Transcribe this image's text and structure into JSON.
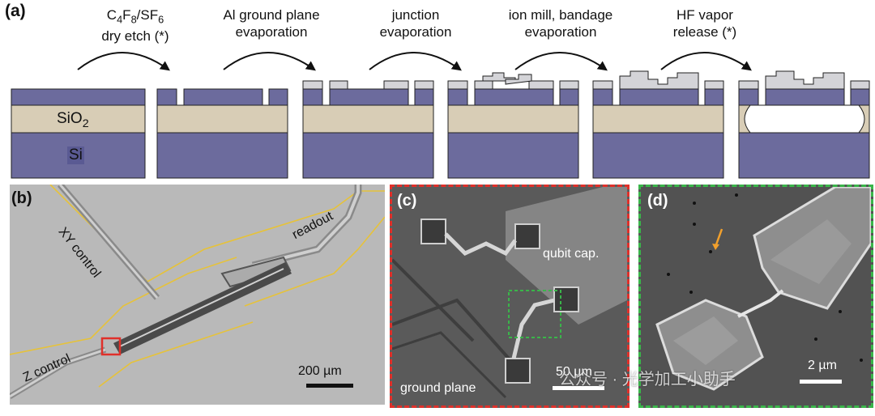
{
  "panels": {
    "a": "(a)",
    "b": "(b)",
    "c": "(c)",
    "d": "(d)"
  },
  "process_steps": [
    {
      "line1": "C4F8/SF6",
      "line2": "dry etch (*)"
    },
    {
      "line1": "Al ground plane",
      "line2": "evaporation"
    },
    {
      "line1": "junction",
      "line2": "evaporation"
    },
    {
      "line1": "ion mill, bandage",
      "line2": "evaporation"
    },
    {
      "line1": "HF vapor",
      "line2": "release (*)"
    }
  ],
  "layers": {
    "oxide": "SiO2",
    "substrate": "Si"
  },
  "panel_b": {
    "xy_control": "XY control",
    "readout": "readout",
    "z_control": "Z control",
    "scale": "200 µm"
  },
  "panel_c": {
    "qubit_cap": "qubit cap.",
    "ground_plane": "ground plane",
    "scale": "50 µm"
  },
  "panel_d": {
    "scale": "2 µm"
  },
  "watermark": "公众号 · 光学加工小助手",
  "colors": {
    "silicon": "#6c6b9d",
    "oxide": "#d8cdb6",
    "aluminum": "#d4d4d8",
    "highlight_red": "#e0302a",
    "highlight_green": "#3ab54a",
    "outline_yellow": "#e6c23a",
    "arrow_orange": "#f2a02c"
  }
}
